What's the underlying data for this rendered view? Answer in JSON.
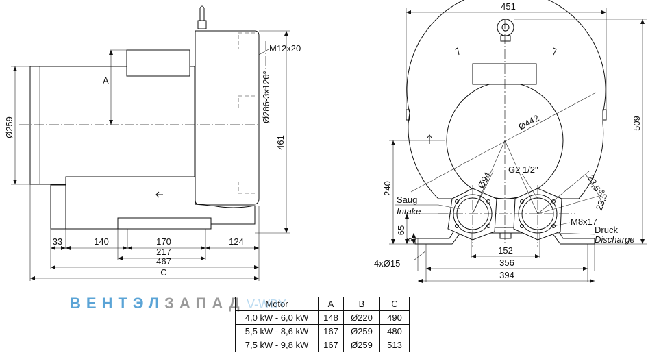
{
  "side_view": {
    "labels": {
      "diameter_259": "Ø259",
      "a": "A",
      "m12x20": "M12x20",
      "bolt_circle": "Ø286-3x120°",
      "h461": "461",
      "d33": "33",
      "d140": "140",
      "d170": "170",
      "d124": "124",
      "d217": "217",
      "d467": "467",
      "c": "C"
    }
  },
  "front_view": {
    "labels": {
      "w451": "451",
      "h509": "509",
      "d442": "Ø442",
      "h240": "240",
      "d94": "Ø94",
      "g2": "G2 1/2\"",
      "ang1": "23,5°",
      "ang2": "23,5°",
      "saug": "Saug",
      "intake": "Intake",
      "m8x17": "M8x17",
      "druck": "Druck",
      "discharge": "Discharge",
      "h65": "65",
      "h6": "6",
      "holes": "4xØ15",
      "w152": "152",
      "w356": "356",
      "w394": "394"
    }
  },
  "watermark": {
    "part1": "ВЕНТЭЛ",
    "part2": "ЗАПАД"
  },
  "overlay_text": "V-WBY",
  "spec_table": {
    "headers": [
      "Motor",
      "A",
      "B",
      "C"
    ],
    "rows": [
      [
        "4,0 kW - 6,0 kW",
        "148",
        "Ø220",
        "490"
      ],
      [
        "5,5 kW - 8,6 kW",
        "167",
        "Ø259",
        "480"
      ],
      [
        "7,5 kW - 9,8 kW",
        "167",
        "Ø259",
        "513"
      ]
    ]
  }
}
